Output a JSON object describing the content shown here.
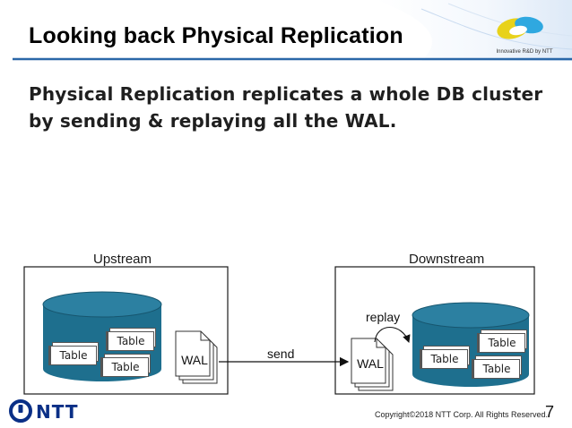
{
  "slide": {
    "title": "Looking back Physical Replication",
    "body_line1": "Physical Replication replicates a whole DB cluster",
    "body_line2": "by sending & replaying all the WAL.",
    "page_number": "7",
    "copyright": "Copyright©2018 NTT Corp. All Rights Reserved.",
    "header_logo_text": "Innovative R&D by NTT",
    "footer_logo_text": "NTT"
  },
  "diagram": {
    "upstream": {
      "label": "Upstream",
      "tables": [
        "Table",
        "Table",
        "Table"
      ],
      "wal": "WAL"
    },
    "downstream": {
      "label": "Downstream",
      "tables": [
        "Table",
        "Table",
        "Table"
      ],
      "wal": "WAL",
      "replay_label": "replay"
    },
    "send_label": "send"
  },
  "colors": {
    "accent": "#1d6f90",
    "header_line": "#2a67a8",
    "ntt_blue": "#0a2f86"
  }
}
